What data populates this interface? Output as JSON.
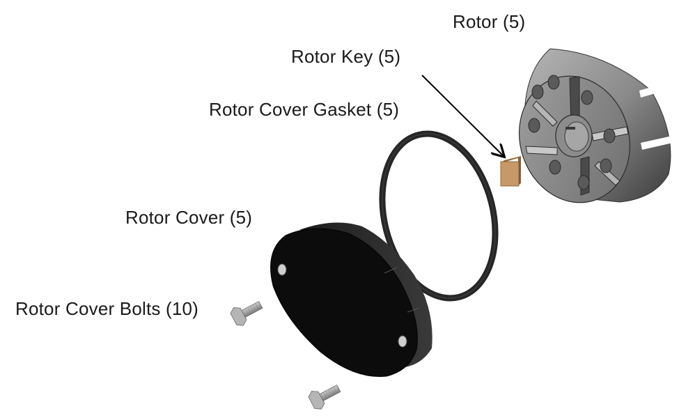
{
  "labels": {
    "rotor": "Rotor (5)",
    "rotor_key": "Rotor Key (5)",
    "rotor_cover_gasket": "Rotor Cover Gasket (5)",
    "rotor_cover": "Rotor Cover (5)",
    "rotor_cover_bolts": "Rotor Cover Bolts (10)"
  },
  "colors": {
    "rotor": "#8a8a8a",
    "rotor_key": "#c89968",
    "gasket": "#262626",
    "cover": "#0c0c0c",
    "bolt": "#a9a9a9"
  }
}
